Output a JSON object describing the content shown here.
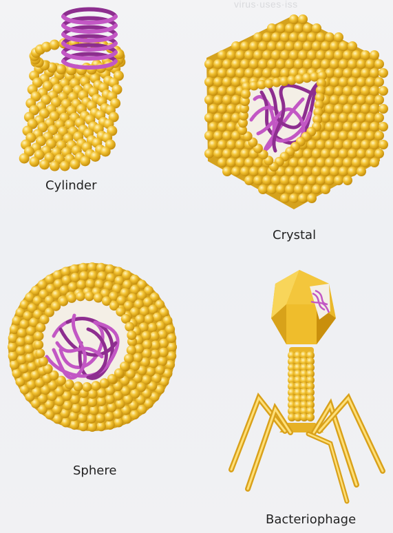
{
  "colors": {
    "capsid": "#f2c232",
    "capsid_shadow": "#c9930f",
    "capsid_highlight": "#fff6c8",
    "nucleic_acid": "#c257c4",
    "nucleic_acid_dark": "#8d2e8f",
    "label_text": "#222222",
    "background": "#f1f1f3"
  },
  "diagram": {
    "shapes": [
      {
        "id": "cylinder",
        "label": "Cylinder"
      },
      {
        "id": "crystal",
        "label": "Crystal"
      },
      {
        "id": "sphere",
        "label": "Sphere"
      },
      {
        "id": "bacteriophage",
        "label": "Bacteriophage"
      }
    ]
  }
}
